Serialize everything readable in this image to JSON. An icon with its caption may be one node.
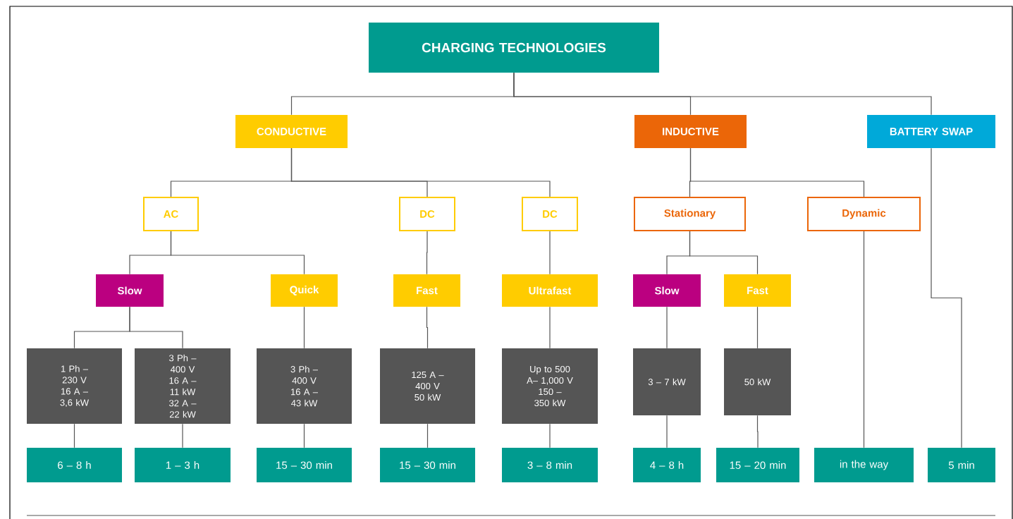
{
  "diagram": {
    "nodes": [
      {
        "text": [
          "CHARGING TECHNOLOGIES"
        ]
      },
      {
        "text": [
          "CONDUCTIVE"
        ]
      },
      {
        "text": [
          "INDUCTIVE"
        ]
      },
      {
        "text": [
          "BATTERY SWAP"
        ]
      },
      {
        "text": [
          "AC"
        ]
      },
      {
        "text": [
          "DC"
        ]
      },
      {
        "text": [
          "DC"
        ]
      },
      {
        "text": [
          "Stationary"
        ]
      },
      {
        "text": [
          "Dynamic"
        ]
      },
      {
        "text": [
          "Slow"
        ]
      },
      {
        "text": [
          "Quick"
        ]
      },
      {
        "text": [
          "Fast"
        ]
      },
      {
        "text": [
          "Ultrafast"
        ]
      },
      {
        "text": [
          "Slow"
        ]
      },
      {
        "text": [
          "Fast"
        ]
      },
      {
        "text": [
          "1 Ph – 230 V",
          "16 A – 3,6 kW"
        ]
      },
      {
        "text": [
          "3 Ph – 400 V",
          "16 A – 11 kW",
          "32 A – 22 kW"
        ]
      },
      {
        "text": [
          "3 Ph – 400 V",
          "16 A – 43 kW"
        ]
      },
      {
        "text": [
          "125 A – 400 V",
          "50 kW"
        ]
      },
      {
        "text": [
          "Up to 500 A– 1,000 V",
          "150 – 350 kW"
        ]
      },
      {
        "text": [
          "3 – 7 kW"
        ]
      },
      {
        "text": [
          "50 kW"
        ]
      },
      {
        "text": [
          "6 – 8 h"
        ]
      },
      {
        "text": [
          "1 – 3 h"
        ]
      },
      {
        "text": [
          "15 – 30 min"
        ]
      },
      {
        "text": [
          "15 – 30 min"
        ]
      },
      {
        "text": [
          "3 – 8 min"
        ]
      },
      {
        "text": [
          "4 – 8 h"
        ]
      },
      {
        "text": [
          "15 – 20 min"
        ]
      },
      {
        "text": [
          "in the way"
        ]
      },
      {
        "text": [
          "5 min"
        ]
      }
    ],
    "edges": [
      {
        "from": 0,
        "to": 1,
        "arrow": "none"
      },
      {
        "from": 0,
        "to": 2,
        "arrow": "none"
      },
      {
        "from": 0,
        "to": 3,
        "arrow": "none"
      },
      {
        "from": 1,
        "to": 4,
        "arrow": "none"
      },
      {
        "from": 1,
        "to": 5,
        "arrow": "none"
      },
      {
        "from": 1,
        "to": 6,
        "arrow": "none"
      },
      {
        "from": 2,
        "to": 7,
        "arrow": "none"
      },
      {
        "from": 2,
        "to": 8,
        "arrow": "none"
      },
      {
        "from": 4,
        "to": 9,
        "arrow": "none"
      },
      {
        "from": 4,
        "to": 10,
        "arrow": "none"
      },
      {
        "from": 5,
        "to": 11,
        "arrow": "none"
      },
      {
        "from": 6,
        "to": 12,
        "arrow": "none"
      },
      {
        "from": 7,
        "to": 13,
        "arrow": "none"
      },
      {
        "from": 7,
        "to": 14,
        "arrow": "none"
      },
      {
        "from": 9,
        "to": 15,
        "arrow": "none"
      },
      {
        "from": 9,
        "to": 16,
        "arrow": "none"
      },
      {
        "from": 10,
        "to": 17,
        "arrow": "none"
      },
      {
        "from": 11,
        "to": 18,
        "arrow": "none"
      },
      {
        "from": 12,
        "to": 19,
        "arrow": "none"
      },
      {
        "from": 13,
        "to": 20,
        "arrow": "none"
      },
      {
        "from": 14,
        "to": 21,
        "arrow": "none"
      },
      {
        "from": 15,
        "to": 22,
        "arrow": "none"
      },
      {
        "from": 16,
        "to": 23,
        "arrow": "none"
      },
      {
        "from": 17,
        "to": 24,
        "arrow": "none"
      },
      {
        "from": 18,
        "to": 25,
        "arrow": "none"
      },
      {
        "from": 19,
        "to": 26,
        "arrow": "none"
      },
      {
        "from": 20,
        "to": 27,
        "arrow": "none"
      },
      {
        "from": 21,
        "to": 28,
        "arrow": "none"
      },
      {
        "from": 8,
        "to": 29,
        "arrow": "none"
      },
      {
        "from": 3,
        "to": 30,
        "arrow": "none"
      }
    ]
  }
}
